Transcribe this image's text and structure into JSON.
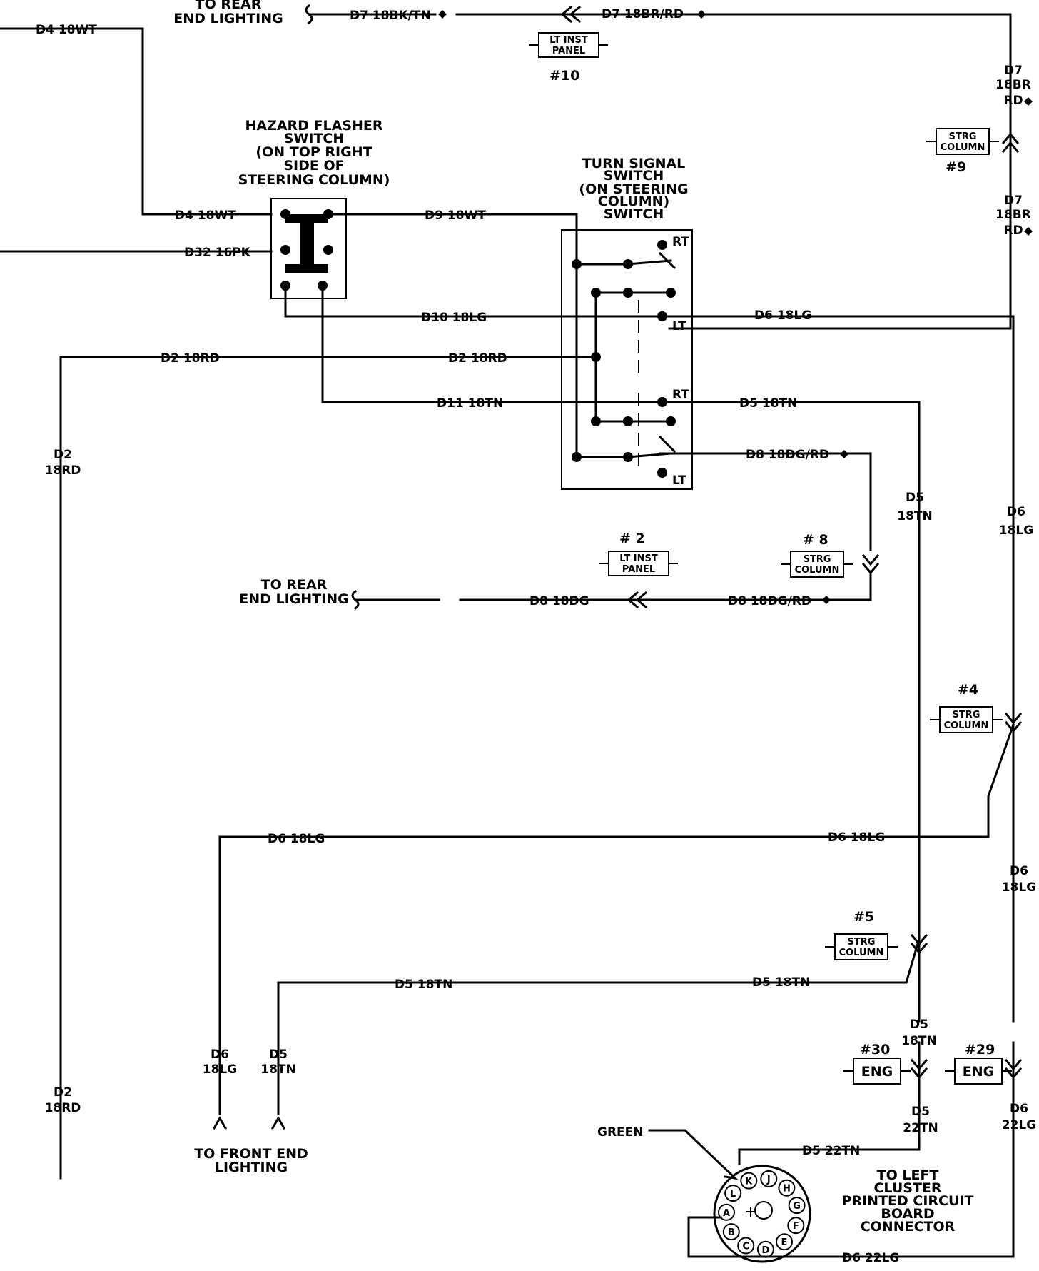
{
  "labels": {
    "rear_top_1": "TO REAR",
    "rear_top_2": "END LIGHTING",
    "d7_bktn": "D7 18BK/TN",
    "d7_brrd_top": "D7 18BR/RD",
    "d4_left": "D4  18WT",
    "d4_hazard": "D4  18WT",
    "d32": "D32 16PK",
    "d9": "D9 18WT",
    "d10": "D10  18LG",
    "d2_left": "D2 18RD",
    "d2_mid": "D2  18RD",
    "d11": "D11  18TN",
    "d6_right": "D6  18LG",
    "d5_right": "D5 18TN",
    "d8_right": "D8  18DG/RD",
    "d8_bottom": "D8  18DG/RD",
    "d8_dg": "D8 18DG",
    "rear_mid_1": "TO REAR",
    "rear_mid_2": "END LIGHTING",
    "d6_lower_left": "D6  18LG",
    "d6_lower_right": "D6  18LG",
    "d5_lower_left": "D5  18TN",
    "d5_lower_right": "D5  18TN",
    "d5_conn": "D5  22TN",
    "d6_conn": "D6  22LG",
    "green": "GREEN"
  },
  "vertical_labels": {
    "d7_upper": [
      "D7",
      "18BR",
      "RD"
    ],
    "d7_lower": [
      "D7",
      "18BR",
      "RD"
    ],
    "d2_upper": [
      "D2",
      "18RD"
    ],
    "d2_lower": [
      "D2",
      "18RD"
    ],
    "d5_a": [
      "D5",
      "18TN"
    ],
    "d6_a": [
      "D6",
      "18LG"
    ],
    "d6_b": [
      "D6",
      "18LG"
    ],
    "d5_b": [
      "D5",
      "18TN"
    ],
    "d5_c": [
      "D5",
      "22TN"
    ],
    "d6_c": [
      "D6",
      "22LG"
    ],
    "d6_front": [
      "D6",
      "18LG"
    ],
    "d5_front": [
      "D5",
      "18TN"
    ]
  },
  "components": {
    "hazard_switch": [
      "HAZARD FLASHER",
      "SWITCH",
      "(ON TOP RIGHT",
      "SIDE OF",
      "STEERING COLUMN)"
    ],
    "turn_switch": [
      "TURN SIGNAL",
      "SWITCH",
      "(ON STEERING",
      "COLUMN)",
      "SWITCH"
    ],
    "front_lighting": [
      "TO FRONT END",
      "LIGHTING"
    ],
    "cluster": [
      "TO LEFT",
      "CLUSTER",
      "PRINTED CIRCUIT",
      "BOARD",
      "CONNECTOR"
    ],
    "switch_rt": "RT",
    "switch_lt": "LT"
  },
  "connectors": {
    "c10": {
      "num": "#10",
      "lines": [
        "LT INST",
        "PANEL"
      ]
    },
    "c9": {
      "num": "#9",
      "lines": [
        "STRG",
        "COLUMN"
      ]
    },
    "c2": {
      "num": "# 2",
      "lines": [
        "LT INST",
        "PANEL"
      ]
    },
    "c8": {
      "num": "# 8",
      "lines": [
        "STRG",
        "COLUMN"
      ]
    },
    "c4": {
      "num": "#4",
      "lines": [
        "STRG",
        "COLUMN"
      ]
    },
    "c5": {
      "num": "#5",
      "lines": [
        "STRG",
        "COLUMN"
      ]
    },
    "c30": {
      "num": "#30",
      "lines": [
        "ENG"
      ]
    },
    "c29": {
      "num": "#29",
      "lines": [
        "ENG"
      ]
    }
  },
  "pins": [
    "K",
    "J",
    "H",
    "G",
    "F",
    "E",
    "D",
    "C",
    "B",
    "A",
    "L"
  ]
}
